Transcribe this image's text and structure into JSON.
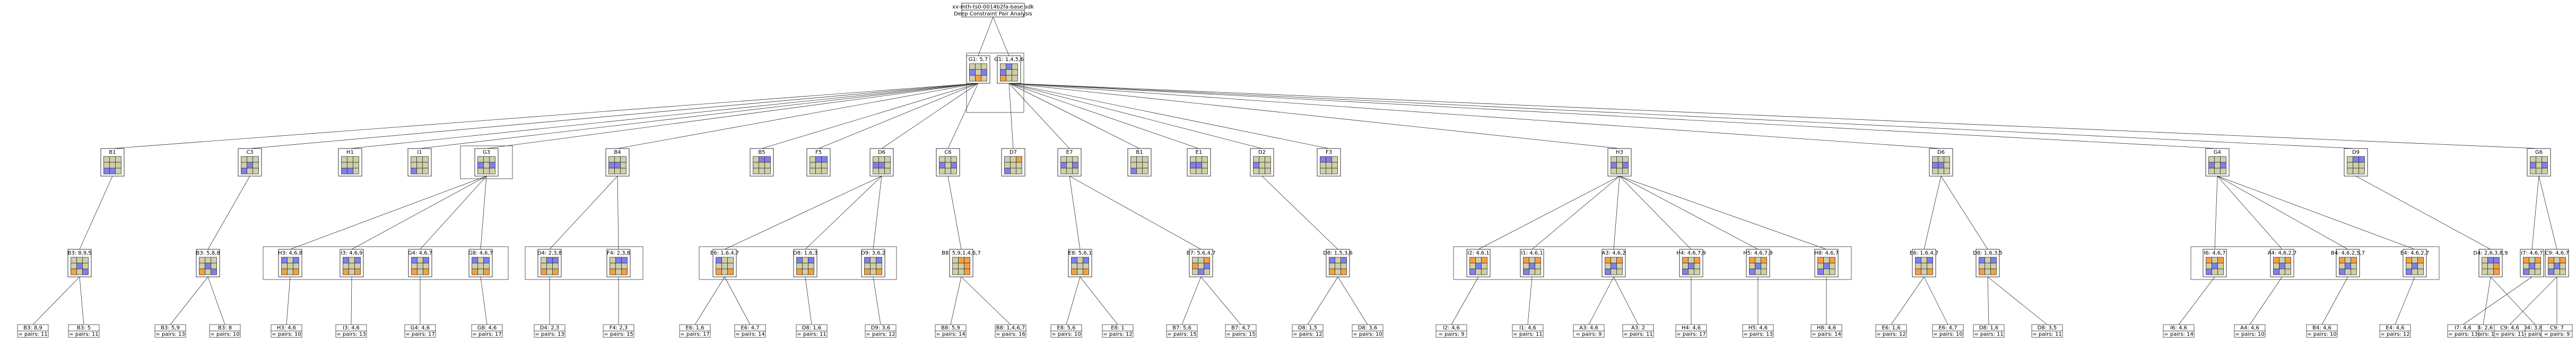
{
  "root": {
    "title": "xx-mth-ts0-0014b2fa-base sdk",
    "subtitle": "Deep Constraint Pair Analysis"
  },
  "level1": [
    {
      "label": "G1: 5,7"
    },
    {
      "label": "G1: 1,4,5,6"
    }
  ],
  "level2": [
    {
      "label": "B1"
    },
    {
      "label": "C3"
    },
    {
      "label": "H1"
    },
    {
      "label": "I1"
    },
    {
      "label": "G3"
    },
    {
      "label": "B4"
    },
    {
      "label": "B5"
    },
    {
      "label": "F5"
    },
    {
      "label": "D6"
    },
    {
      "label": "C6"
    },
    {
      "label": "D7"
    },
    {
      "label": "E7"
    },
    {
      "label": "B1"
    },
    {
      "label": "E1"
    },
    {
      "label": "D2"
    },
    {
      "label": "F3"
    },
    {
      "label": "H3"
    },
    {
      "label": "D6"
    },
    {
      "label": "G4"
    },
    {
      "label": "D9"
    },
    {
      "label": "G6"
    }
  ],
  "level3": [
    {
      "label": "B3: 8,9,5"
    },
    {
      "label": "B3: 5,8,8"
    },
    {
      "label": "H3: 4,6,8"
    },
    {
      "label": "I3: 4,6,9"
    },
    {
      "label": "G4: 4,6,7"
    },
    {
      "label": "G8: 4,6,7"
    },
    {
      "label": "D4: 2,3,8"
    },
    {
      "label": "F4: 2,3,8"
    },
    {
      "label": "E6: 1,6,4,7"
    },
    {
      "label": "D8: 1,6,3"
    },
    {
      "label": "D9: 3,6,2"
    },
    {
      "label": "B8: 5,9,1,4,6,7"
    },
    {
      "label": "E8: 5,6,1"
    },
    {
      "label": "B7: 5,6,4,7"
    },
    {
      "label": "D8: 1,5,3,6"
    },
    {
      "label": "I2: 4,6,1"
    },
    {
      "label": "I1: 4,6,1"
    },
    {
      "label": "A3: 4,6,2"
    },
    {
      "label": "H4: 4,6,7,9"
    },
    {
      "label": "H5: 4,6,7,9"
    },
    {
      "label": "H8: 4,6,7"
    },
    {
      "label": "E6: 1,6,4,7"
    },
    {
      "label": "D8: 1,6,3,5"
    },
    {
      "label": "I6: 4,6,7"
    },
    {
      "label": "A4: 4,6,2,7"
    },
    {
      "label": "B4: 4,6,2,5,7"
    },
    {
      "label": "E4: 4,6,2,7"
    },
    {
      "label": "D4: 2,6,3,8,9"
    },
    {
      "label": "I7: 4,6,7"
    },
    {
      "label": "C9: 4,6,7"
    }
  ],
  "leaves": [
    {
      "name": "B3: 8,9",
      "pairs": "= pairs: 11"
    },
    {
      "name": "B3: 5",
      "pairs": "= pairs: 11"
    },
    {
      "name": "B3: 5,9",
      "pairs": "= pairs: 13"
    },
    {
      "name": "B3: 8",
      "pairs": "= pairs: 10"
    },
    {
      "name": "H3: 4,6",
      "pairs": "= pairs: 10"
    },
    {
      "name": "I3: 4,6",
      "pairs": "= pairs: 13"
    },
    {
      "name": "G4: 4,6",
      "pairs": "= pairs: 17"
    },
    {
      "name": "G8: 4,6",
      "pairs": "= pairs: 17"
    },
    {
      "name": "D4: 2,3",
      "pairs": "= pairs: 13"
    },
    {
      "name": "F4: 2,3",
      "pairs": "= pairs: 15"
    },
    {
      "name": "E6: 1,6",
      "pairs": "= pairs: 17"
    },
    {
      "name": "E6: 4,7",
      "pairs": "= pairs: 14"
    },
    {
      "name": "D8: 1,6",
      "pairs": "= pairs: 11"
    },
    {
      "name": "D9: 3,6",
      "pairs": "= pairs: 12"
    },
    {
      "name": "B8: 5,9",
      "pairs": "= pairs: 14"
    },
    {
      "name": "B8: 1,4,6,7",
      "pairs": "= pairs: 16"
    },
    {
      "name": "E8: 5,6",
      "pairs": "= pairs: 10"
    },
    {
      "name": "E8: 1",
      "pairs": "= pairs: 12"
    },
    {
      "name": "B7: 5,6",
      "pairs": "= pairs: 15"
    },
    {
      "name": "B7: 4,7",
      "pairs": "= pairs: 15"
    },
    {
      "name": "D8: 1,5",
      "pairs": "= pairs: 12"
    },
    {
      "name": "D8: 3,6",
      "pairs": "= pairs: 10"
    },
    {
      "name": "I2: 4,6",
      "pairs": "= pairs: 9"
    },
    {
      "name": "I1: 4,6",
      "pairs": "= pairs: 11"
    },
    {
      "name": "A3: 4,6",
      "pairs": "= pairs: 9"
    },
    {
      "name": "A3: 2",
      "pairs": "= pairs: 11"
    },
    {
      "name": "H4: 4,6",
      "pairs": "= pairs: 17"
    },
    {
      "name": "H5: 4,6",
      "pairs": "= pairs: 13"
    },
    {
      "name": "H8: 4,6",
      "pairs": "= pairs: 14"
    },
    {
      "name": "E6: 1,6",
      "pairs": "= pairs: 12"
    },
    {
      "name": "E6: 4,7",
      "pairs": "= pairs: 10"
    },
    {
      "name": "D8: 1,6",
      "pairs": "= pairs: 11"
    },
    {
      "name": "D8: 3,5",
      "pairs": "= pairs: 11"
    },
    {
      "name": "I6: 4,6",
      "pairs": "= pairs: 14"
    },
    {
      "name": "A4: 4,6",
      "pairs": "= pairs: 10"
    },
    {
      "name": "B4: 4,6",
      "pairs": "= pairs: 10"
    },
    {
      "name": "E4: 4,6",
      "pairs": "= pairs: 12"
    },
    {
      "name": "D4: 2,6",
      "pairs": "= pairs: 14"
    },
    {
      "name": "D4: 3,8,9",
      "pairs": "= pairs: 9"
    },
    {
      "name": "I7: 4,6",
      "pairs": "= pairs: 13"
    },
    {
      "name": "C9: 4,6",
      "pairs": "= pairs: 11"
    },
    {
      "name": "C9: 7",
      "pairs": "= pairs: 9"
    }
  ],
  "colors": {
    "cell": "#cfcfa8",
    "blue": "#7f7fef",
    "orange": "#f5a040",
    "line": "#333333"
  }
}
